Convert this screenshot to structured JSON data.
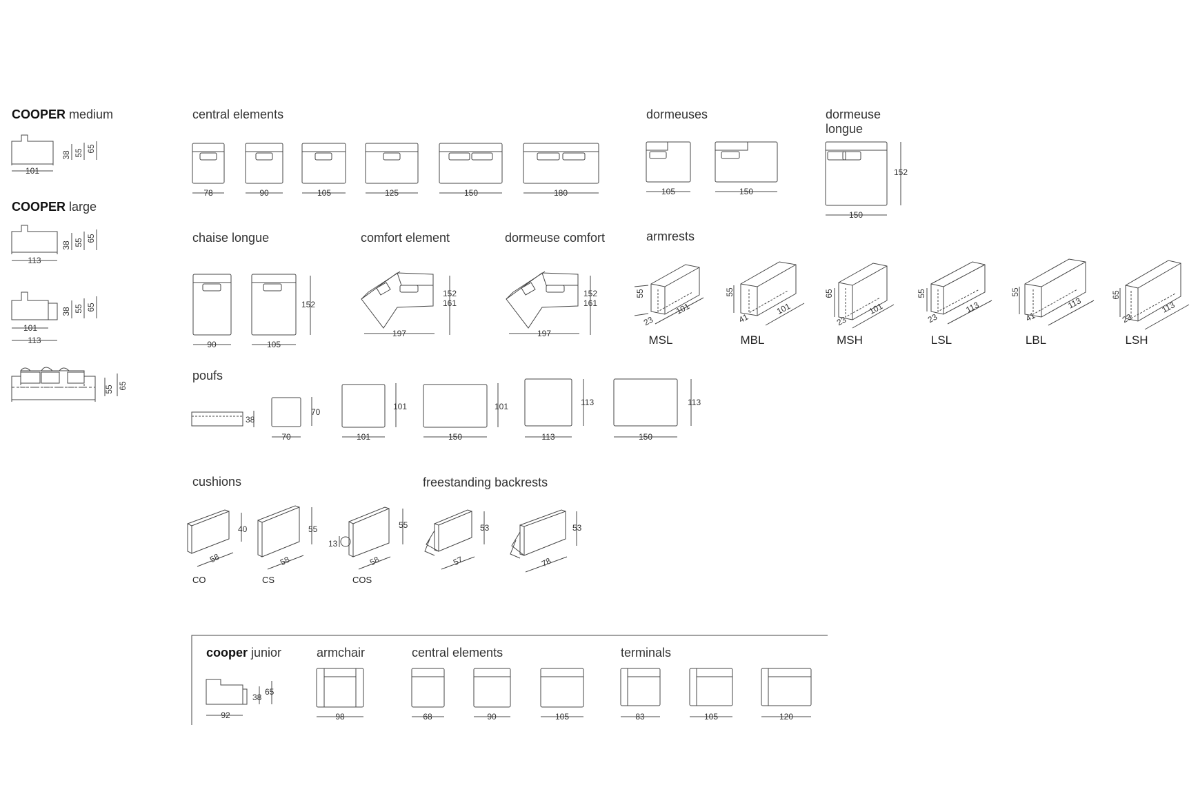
{
  "sections": {
    "cooper_medium": {
      "brand": "COOPER",
      "name": "medium"
    },
    "cooper_large": {
      "brand": "COOPER",
      "name": "large"
    },
    "central": "central elements",
    "dormeuses": "dormeuses",
    "dormeuse_longue": "dormeuse\nlongue",
    "chaise": "chaise longue",
    "comfort": "comfort element",
    "dormeuse_comfort": "dormeuse comfort",
    "armrests": "armrests",
    "poufs": "poufs",
    "cushions": "cushions",
    "backrests": "freestanding backrests",
    "junior": {
      "brand": "cooper",
      "name": "junior"
    },
    "armchair": "armchair",
    "junior_central": "central elements",
    "terminals": "terminals"
  },
  "dims": {
    "medium": {
      "w": "101",
      "h1": "38",
      "h2": "55",
      "h3": "65"
    },
    "large1": {
      "w": "113",
      "h1": "38",
      "h2": "55",
      "h3": "65"
    },
    "large2": {
      "w1": "101",
      "w2": "113",
      "h1": "38",
      "h2": "55",
      "h3": "65"
    },
    "large3": {
      "h1": "55",
      "h2": "65"
    },
    "central": [
      "78",
      "90",
      "105",
      "125",
      "150",
      "180"
    ],
    "dormeuses": [
      "105",
      "150"
    ],
    "dormeuse_longue": {
      "w": "150",
      "d": "152"
    },
    "chaise": {
      "w1": "90",
      "w2": "105",
      "d": "152"
    },
    "comfort": {
      "w": "197",
      "d1": "152",
      "d2": "161"
    },
    "dormeuse_comfort": {
      "w": "197",
      "d1": "152",
      "d2": "161"
    },
    "armrests": [
      {
        "code": "MSL",
        "h": "55",
        "d": "23",
        "l": "101"
      },
      {
        "code": "MBL",
        "h": "55",
        "d": "41",
        "l": "101"
      },
      {
        "code": "MSH",
        "h": "65",
        "d": "23",
        "l": "101"
      },
      {
        "code": "LSL",
        "h": "55",
        "d": "23",
        "l": "113"
      },
      {
        "code": "LBL",
        "h": "55",
        "d": "41",
        "l": "113"
      },
      {
        "code": "LSH",
        "h": "65",
        "d": "23",
        "l": "113"
      }
    ],
    "poufs": [
      {
        "h": "38"
      },
      {
        "w": "70",
        "d": "70"
      },
      {
        "w": "101",
        "d": "101"
      },
      {
        "w": "150",
        "d": "101"
      },
      {
        "w": "113",
        "d": "113"
      },
      {
        "w": "150",
        "d": "113"
      }
    ],
    "cushions": [
      {
        "code": "CO",
        "w": "58",
        "h": "40"
      },
      {
        "code": "CS",
        "w": "58",
        "h": "55"
      },
      {
        "code": "COS",
        "w": "58",
        "h": "55",
        "r": "13"
      }
    ],
    "backrests": [
      {
        "w": "57",
        "h": "53"
      },
      {
        "w": "78",
        "h": "53"
      }
    ],
    "junior": {
      "w": "92",
      "h1": "38",
      "h2": "65"
    },
    "armchair": "98",
    "junior_central": [
      "68",
      "90",
      "105"
    ],
    "terminals": [
      "83",
      "105",
      "120"
    ]
  }
}
